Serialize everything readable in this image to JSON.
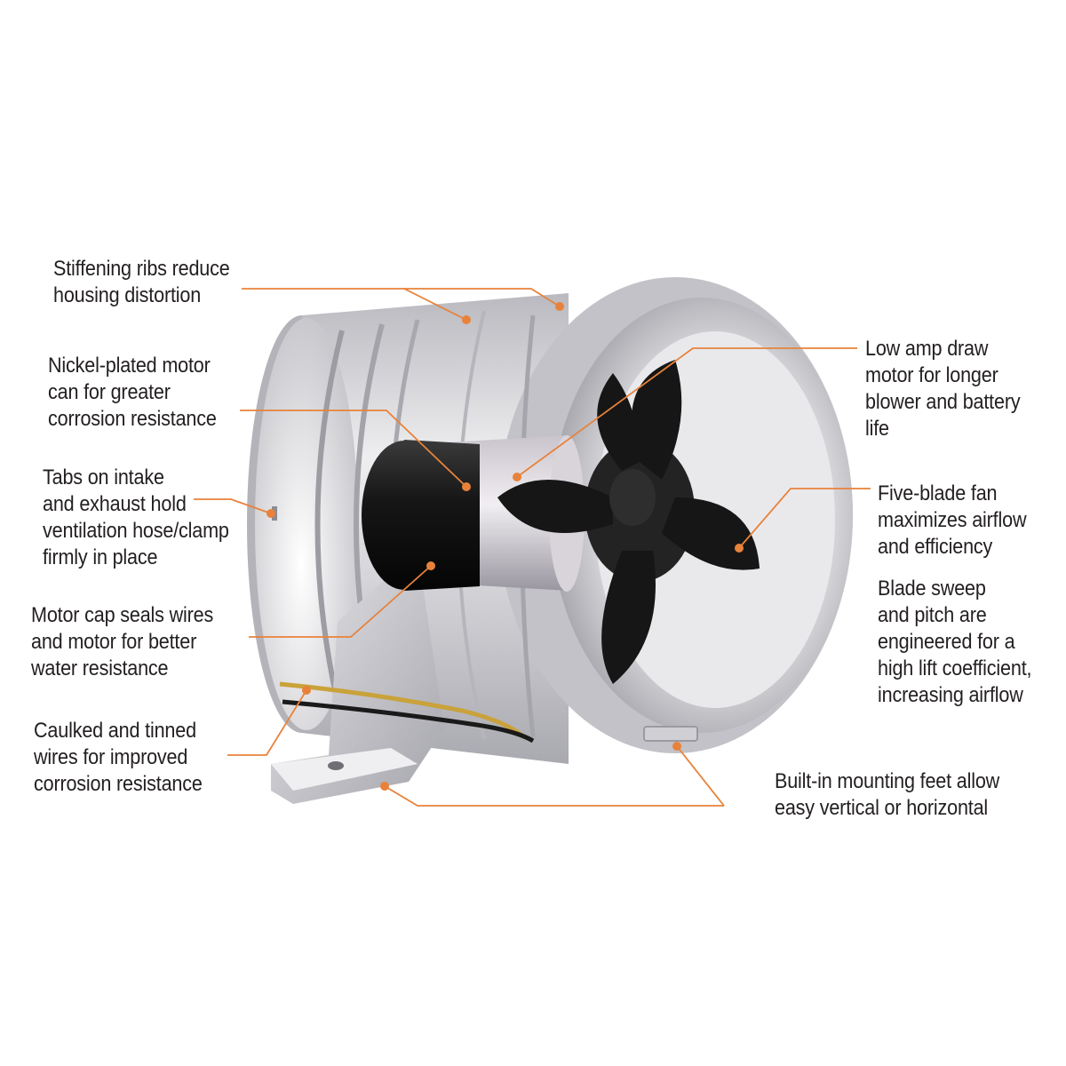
{
  "colors": {
    "leader": "#e8823a",
    "text": "#231f20",
    "housing": "#d8d8dc",
    "fan": "#1c1c1c"
  },
  "callouts": {
    "ribs": [
      "Stiffening ribs reduce",
      "housing distortion"
    ],
    "nickel": [
      "Nickel-plated motor",
      "can for greater",
      "corrosion resistance"
    ],
    "tabs": [
      "Tabs on intake",
      "and exhaust hold",
      "ventilation hose/clamp",
      "firmly in place"
    ],
    "motor_cap": [
      "Motor cap seals wires",
      "and motor for better",
      "water resistance"
    ],
    "wires": [
      "Caulked and tinned",
      "wires for improved",
      "corrosion resistance"
    ],
    "low_amp": [
      "Low amp draw",
      "motor for longer",
      "blower and battery",
      "life"
    ],
    "five_blade": [
      "Five-blade fan",
      "maximizes airflow",
      "and efficiency"
    ],
    "blade_sweep": [
      "Blade sweep",
      "and pitch are",
      "engineered for a",
      "high lift coefficient,",
      "increasing airflow"
    ],
    "feet": [
      "Built-in mounting feet allow",
      "easy vertical or horizontal"
    ]
  }
}
